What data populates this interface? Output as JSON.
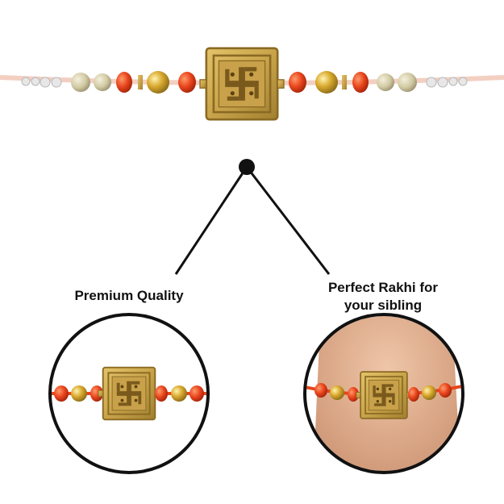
{
  "captions": {
    "left": "Premium Quality",
    "right_line1": "Perfect Rakhi for",
    "right_line2": "your sibling"
  },
  "colors": {
    "gold": "#c9a44a",
    "gold_dark": "#8a6a23",
    "bead_orange": "#e8441c",
    "bead_cream": "#d9d2b0",
    "thread_pink": "#f3cfc2",
    "line": "#111111",
    "skin": "#e2b596"
  },
  "icons": {
    "pendant": "swastika-pendant-icon"
  }
}
